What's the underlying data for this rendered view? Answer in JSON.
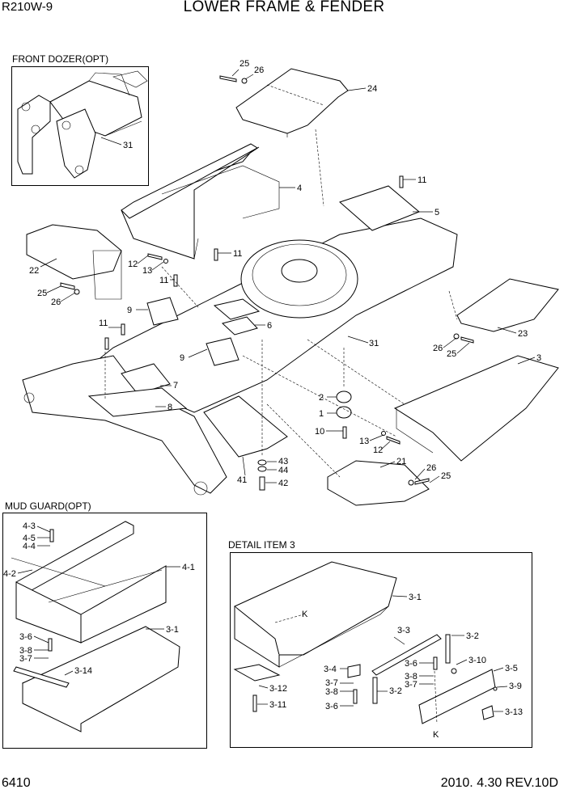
{
  "header": {
    "model": "R210W-9",
    "title": "LOWER FRAME & FENDER"
  },
  "footer": {
    "page": "6410",
    "date_rev": "2010. 4.30  REV.10D"
  },
  "insets": {
    "front_dozer": "FRONT DOZER(OPT)",
    "mud_guard": "MUD GUARD(OPT)",
    "detail_item3": "DETAIL  ITEM 3"
  },
  "callouts": {
    "c25a": "25",
    "c26a": "26",
    "c24": "24",
    "c31a": "31",
    "c4": "4",
    "c11a": "11",
    "c5": "5",
    "c22": "22",
    "c12a": "12",
    "c13a": "13",
    "c11b": "11",
    "c11c": "11",
    "c25b": "25",
    "c26b": "26",
    "c9a": "9",
    "c6": "6",
    "c11d": "11",
    "c9b": "9",
    "c31b": "31",
    "c23": "23",
    "c26c": "26",
    "c25c": "25",
    "c3": "3",
    "c7": "7",
    "c8": "8",
    "c2": "2",
    "c1": "1",
    "c10": "10",
    "c13b": "13",
    "c12b": "12",
    "c43": "43",
    "c44": "44",
    "c41": "41",
    "c42": "42",
    "c21": "21",
    "c26d": "26",
    "c25d": "25",
    "m4_3": "4-3",
    "m4_5": "4-5",
    "m4_4": "4-4",
    "m4_2": "4-2",
    "m4_1": "4-1",
    "m3_6": "3-6",
    "m3_8": "3-8",
    "m3_7": "3-7",
    "m3_14": "3-14",
    "m3_1": "3-1",
    "d3_1": "3-1",
    "dK1": "K",
    "d3_3": "3-3",
    "d3_2a": "3-2",
    "d3_6a": "3-6",
    "d3_8a": "3-8",
    "d3_7a": "3-7",
    "d3_4": "3-4",
    "d3_10": "3-10",
    "d3_5": "3-5",
    "d3_9": "3-9",
    "d3_2b": "3-2",
    "d3_12": "3-12",
    "d3_7b": "3-7",
    "d3_8b": "3-8",
    "d3_11": "3-11",
    "d3_6b": "3-6",
    "d3_13": "3-13",
    "dK2": "K"
  }
}
